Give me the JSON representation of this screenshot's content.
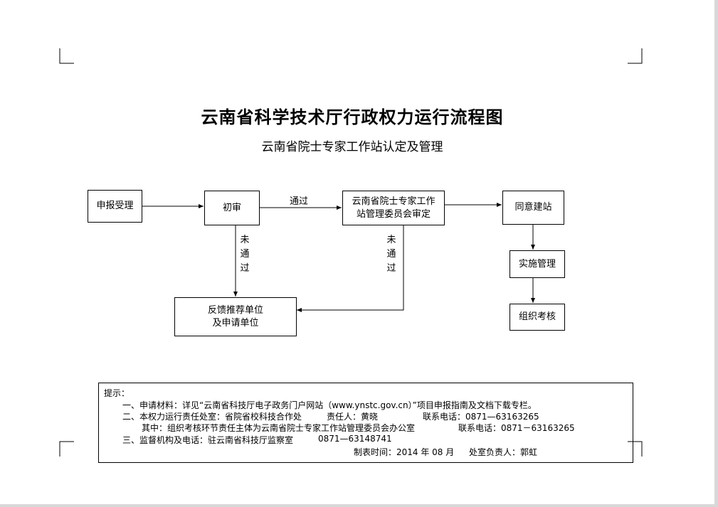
{
  "title": "云南省科学技术厅行政权力运行流程图",
  "subtitle": "云南省院士专家工作站认定及管理",
  "flow": {
    "apply": "申报受理",
    "initial_review": "初审",
    "committee_line1": "云南省院士专家工作",
    "committee_line2": "站管理委员会审定",
    "approve": "同意建站",
    "implement": "实施管理",
    "assess": "组织考核",
    "feedback_line1": "反馈推荐单位",
    "feedback_line2": "及申请单位",
    "pass": "通过",
    "fail_1": "未",
    "fail_2": "通",
    "fail_3": "过"
  },
  "notes": {
    "heading": "提示：",
    "line1": "一、申请材料：详见“云南省科技厅电子政务门户网站（www.ynstc.gov.cn）”项目申报指南及文档下载专栏。",
    "line2_a": "二、本权力运行责任处室：省院省校科技合作处",
    "line2_b": "责任人：黄晓",
    "line2_c": "联系电话：0871—63163265",
    "line3_a": "其中：组织考核环节责任主体为云南省院士专家工作站管理委员会办公室",
    "line3_b": "联系电话：0871－63163265",
    "line4_a": "三、监督机构及电话：驻云南省科技厅监察室",
    "line4_b": "0871—63148741",
    "line5_a": "制表时间：2014 年 08 月",
    "line5_b": "处室负责人：郭虹"
  }
}
